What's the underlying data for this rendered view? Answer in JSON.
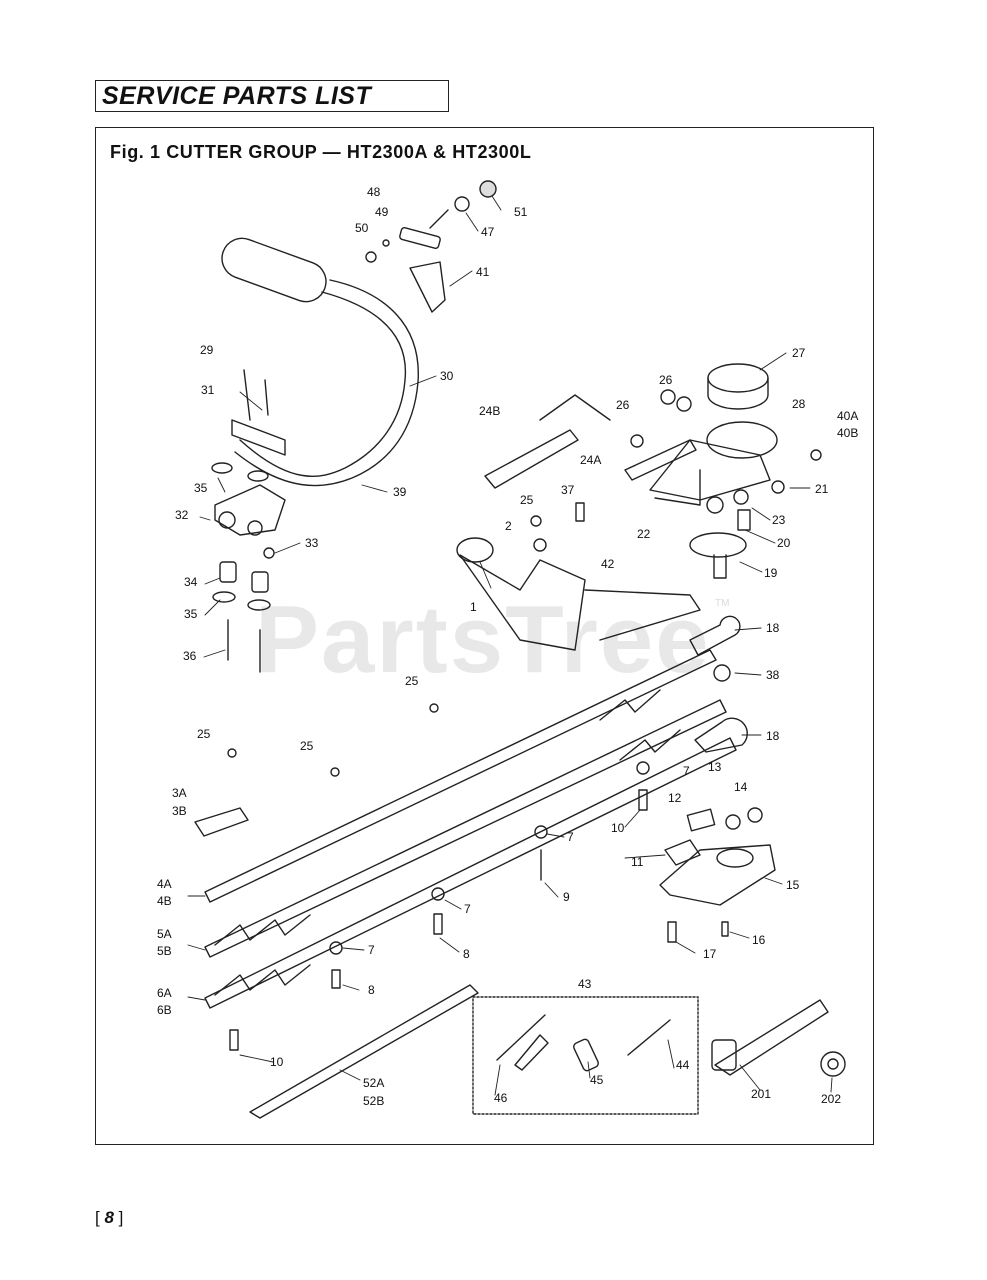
{
  "header": {
    "title": "SERVICE PARTS LIST"
  },
  "figure": {
    "title": "Fig. 1  CUTTER GROUP — HT2300A & HT2300L"
  },
  "watermark": {
    "text": "PartsTree",
    "tm": "TM"
  },
  "page": {
    "number_open": "[",
    "number": "8",
    "number_close": "]"
  },
  "callouts": [
    {
      "id": "c48",
      "text": "48"
    },
    {
      "id": "c49",
      "text": "49"
    },
    {
      "id": "c50",
      "text": "50"
    },
    {
      "id": "c51",
      "text": "51"
    },
    {
      "id": "c47",
      "text": "47"
    },
    {
      "id": "c41",
      "text": "41"
    },
    {
      "id": "c27",
      "text": "27"
    },
    {
      "id": "c29",
      "text": "29"
    },
    {
      "id": "c30",
      "text": "30"
    },
    {
      "id": "c31",
      "text": "31"
    },
    {
      "id": "c26a",
      "text": "26"
    },
    {
      "id": "c26b",
      "text": "26"
    },
    {
      "id": "c28",
      "text": "28"
    },
    {
      "id": "c40a",
      "text": "40A"
    },
    {
      "id": "c40b",
      "text": "40B"
    },
    {
      "id": "c24b",
      "text": "24B"
    },
    {
      "id": "c24a",
      "text": "24A"
    },
    {
      "id": "c21",
      "text": "21"
    },
    {
      "id": "c35a",
      "text": "35"
    },
    {
      "id": "c39",
      "text": "39"
    },
    {
      "id": "c37",
      "text": "37"
    },
    {
      "id": "c25a",
      "text": "25"
    },
    {
      "id": "c2",
      "text": "2"
    },
    {
      "id": "c22",
      "text": "22"
    },
    {
      "id": "c23",
      "text": "23"
    },
    {
      "id": "c32",
      "text": "32"
    },
    {
      "id": "c33",
      "text": "33"
    },
    {
      "id": "c20",
      "text": "20"
    },
    {
      "id": "c42",
      "text": "42"
    },
    {
      "id": "c19",
      "text": "19"
    },
    {
      "id": "c34",
      "text": "34"
    },
    {
      "id": "c35b",
      "text": "35"
    },
    {
      "id": "c1",
      "text": "1"
    },
    {
      "id": "c18a",
      "text": "18"
    },
    {
      "id": "c36",
      "text": "36"
    },
    {
      "id": "c38",
      "text": "38"
    },
    {
      "id": "c25b",
      "text": "25"
    },
    {
      "id": "c18b",
      "text": "18"
    },
    {
      "id": "c25c",
      "text": "25"
    },
    {
      "id": "c25d",
      "text": "25"
    },
    {
      "id": "c7a",
      "text": "7"
    },
    {
      "id": "c13",
      "text": "13"
    },
    {
      "id": "c3a",
      "text": "3A"
    },
    {
      "id": "c3b",
      "text": "3B"
    },
    {
      "id": "c14",
      "text": "14"
    },
    {
      "id": "c12",
      "text": "12"
    },
    {
      "id": "c10a",
      "text": "10"
    },
    {
      "id": "c7b",
      "text": "7"
    },
    {
      "id": "c11",
      "text": "11"
    },
    {
      "id": "c15",
      "text": "15"
    },
    {
      "id": "c4a",
      "text": "4A"
    },
    {
      "id": "c4b",
      "text": "4B"
    },
    {
      "id": "c9",
      "text": "9"
    },
    {
      "id": "c7c",
      "text": "7"
    },
    {
      "id": "c5a",
      "text": "5A"
    },
    {
      "id": "c5b",
      "text": "5B"
    },
    {
      "id": "c17",
      "text": "17"
    },
    {
      "id": "c16",
      "text": "16"
    },
    {
      "id": "c7d",
      "text": "7"
    },
    {
      "id": "c8a",
      "text": "8"
    },
    {
      "id": "c43",
      "text": "43"
    },
    {
      "id": "c6a",
      "text": "6A"
    },
    {
      "id": "c6b",
      "text": "6B"
    },
    {
      "id": "c8b",
      "text": "8"
    },
    {
      "id": "c44",
      "text": "44"
    },
    {
      "id": "c10b",
      "text": "10"
    },
    {
      "id": "c52a",
      "text": "52A"
    },
    {
      "id": "c52b",
      "text": "52B"
    },
    {
      "id": "c45",
      "text": "45"
    },
    {
      "id": "c46",
      "text": "46"
    },
    {
      "id": "c201",
      "text": "201"
    },
    {
      "id": "c202",
      "text": "202"
    }
  ]
}
